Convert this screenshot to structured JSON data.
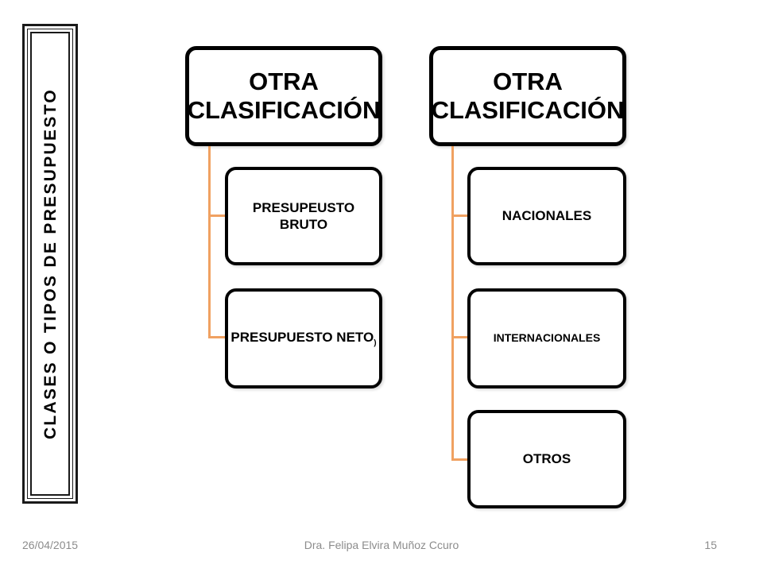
{
  "side_title": "CLASES O TIPOS DE PRESUPUESTO",
  "diagram": {
    "left": {
      "header": "OTRA CLASIFICACIÓN",
      "children": [
        {
          "label": "PRESUPEUSTO BRUTO"
        },
        {
          "label": "PRESUPUESTO NETO",
          "suffix": ")"
        }
      ]
    },
    "right": {
      "header": "OTRA CLASIFICACIÓN",
      "children": [
        {
          "label": "NACIONALES"
        },
        {
          "label": "INTERNACIONALES"
        },
        {
          "label": "OTROS"
        }
      ]
    },
    "connector_color": "#f0a161"
  },
  "footer": {
    "date": "26/04/2015",
    "author": "Dra. Felipa Elvira Muñoz Ccuro",
    "page_number": "15"
  }
}
